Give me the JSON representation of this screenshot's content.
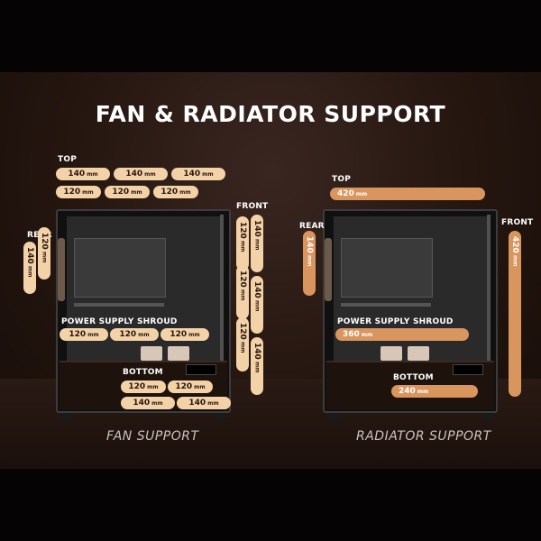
{
  "title": "FAN & RADIATOR SUPPORT",
  "fan_support": {
    "caption": "FAN SUPPORT",
    "top_label": "TOP",
    "top_chips": [
      "140",
      "140",
      "140",
      "120",
      "120",
      "120"
    ],
    "rear_label": "REAR",
    "rear_chips": [
      "140",
      "120"
    ],
    "front_label": "FRONT",
    "front_chips": [
      "140",
      "120",
      "140",
      "120",
      "140",
      "120"
    ],
    "psu_label": "POWER SUPPLY SHROUD",
    "psu_chips": [
      "120",
      "120",
      "120"
    ],
    "bottom_label": "BOTTOM",
    "bottom_chips": [
      "120",
      "120",
      "140",
      "140"
    ]
  },
  "radiator_support": {
    "caption": "RADIATOR SUPPORT",
    "top_label": "TOP",
    "top_value": "420",
    "rear_label": "REAR",
    "rear_value": "140",
    "front_label": "FRONT",
    "front_value": "420",
    "psu_label": "POWER SUPPLY SHROUD",
    "psu_value": "360",
    "bottom_label": "BOTTOM",
    "bottom_value": "240"
  },
  "unit": "mm",
  "colors": {
    "fan_chip": "#f3d2a8",
    "radiator_chip": "#d9955e",
    "background": "#24150f"
  }
}
